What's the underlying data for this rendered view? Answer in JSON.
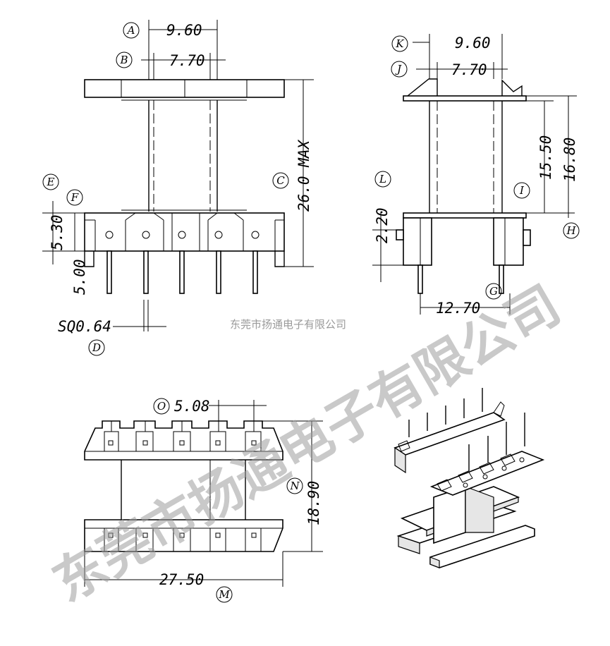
{
  "watermark": "东莞市扬通电子有限公司",
  "watermark_small": "东莞市扬通电子有限公司",
  "front_view": {
    "dim_A": "9.60",
    "dim_B": "7.70",
    "dim_C": "26.0 MAX",
    "dim_E": "5.30",
    "dim_F": "5.00",
    "dim_D": "SQ0.64",
    "labels": {
      "A": "A",
      "B": "B",
      "C": "C",
      "D": "D",
      "E": "E",
      "F": "F"
    }
  },
  "side_view": {
    "dim_K": "9.60",
    "dim_J": "7.70",
    "dim_I": "15.50",
    "dim_H": "16.80",
    "dim_L": "2.20",
    "dim_G": "12.70",
    "labels": {
      "K": "K",
      "J": "J",
      "I": "I",
      "H": "H",
      "L": "L",
      "G": "G"
    }
  },
  "bottom_view": {
    "dim_O": "5.08",
    "dim_N": "18.90",
    "dim_M": "27.50",
    "labels": {
      "O": "O",
      "N": "N",
      "M": "M"
    }
  }
}
